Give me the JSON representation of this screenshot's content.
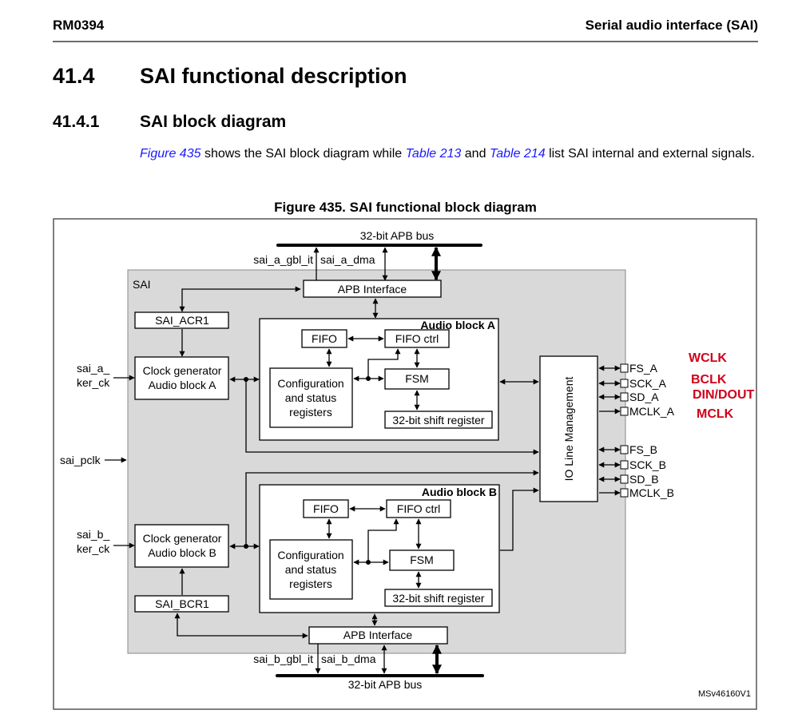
{
  "header": {
    "doc_id": "RM0394",
    "section_title": "Serial audio interface (SAI)"
  },
  "section": {
    "number": "41.4",
    "title": "SAI functional description"
  },
  "subsection": {
    "number": "41.4.1",
    "title": "SAI block diagram"
  },
  "paragraph": {
    "link_figure": "Figure 435",
    "text1": " shows the SAI block diagram while ",
    "link_table1": "Table 213",
    "text2": " and ",
    "link_table2": "Table 214",
    "text3": " list SAI internal and external signals."
  },
  "figure": {
    "caption": "Figure 435. SAI functional block diagram",
    "id_label": "MSv46160V1",
    "sai_label": "SAI",
    "top_bus": {
      "label": "32-bit APB bus",
      "gbl_it": "sai_a_gbl_it",
      "dma": "sai_a_dma",
      "interface": "APB Interface"
    },
    "bottom_bus": {
      "label": "32-bit APB bus",
      "gbl_it": "sai_b_gbl_it",
      "dma": "sai_b_dma",
      "interface": "APB Interface"
    },
    "inputs": {
      "a_ker_ck_line1": "sai_a_",
      "a_ker_ck_line2": "ker_ck",
      "pclk": "sai_pclk",
      "b_ker_ck_line1": "sai_b_",
      "b_ker_ck_line2": "ker_ck"
    },
    "block_a": {
      "cr": "SAI_ACR1",
      "clock_line1": "Clock generator",
      "clock_line2": "Audio block A",
      "title": "Audio block A",
      "fifo": "FIFO",
      "fifo_ctrl": "FIFO ctrl",
      "fsm": "FSM",
      "config_line1": "Configuration",
      "config_line2": "and status",
      "config_line3": "registers",
      "shift": "32-bit shift register"
    },
    "block_b": {
      "cr": "SAI_BCR1",
      "clock_line1": "Clock generator",
      "clock_line2": "Audio block B",
      "title": "Audio block B",
      "fifo": "FIFO",
      "fifo_ctrl": "FIFO ctrl",
      "fsm": "FSM",
      "config_line1": "Configuration",
      "config_line2": "and status",
      "config_line3": "registers",
      "shift": "32-bit shift register"
    },
    "io_manager": "IO Line Management",
    "pins": [
      "FS_A",
      "SCK_A",
      "SD_A",
      "MCLK_A",
      "FS_B",
      "SCK_B",
      "SD_B",
      "MCLK_B"
    ],
    "annotations": {
      "color": "#d0021b",
      "items": [
        "WCLK",
        "BCLK",
        "DIN/DOUT",
        "MCLK"
      ]
    }
  }
}
